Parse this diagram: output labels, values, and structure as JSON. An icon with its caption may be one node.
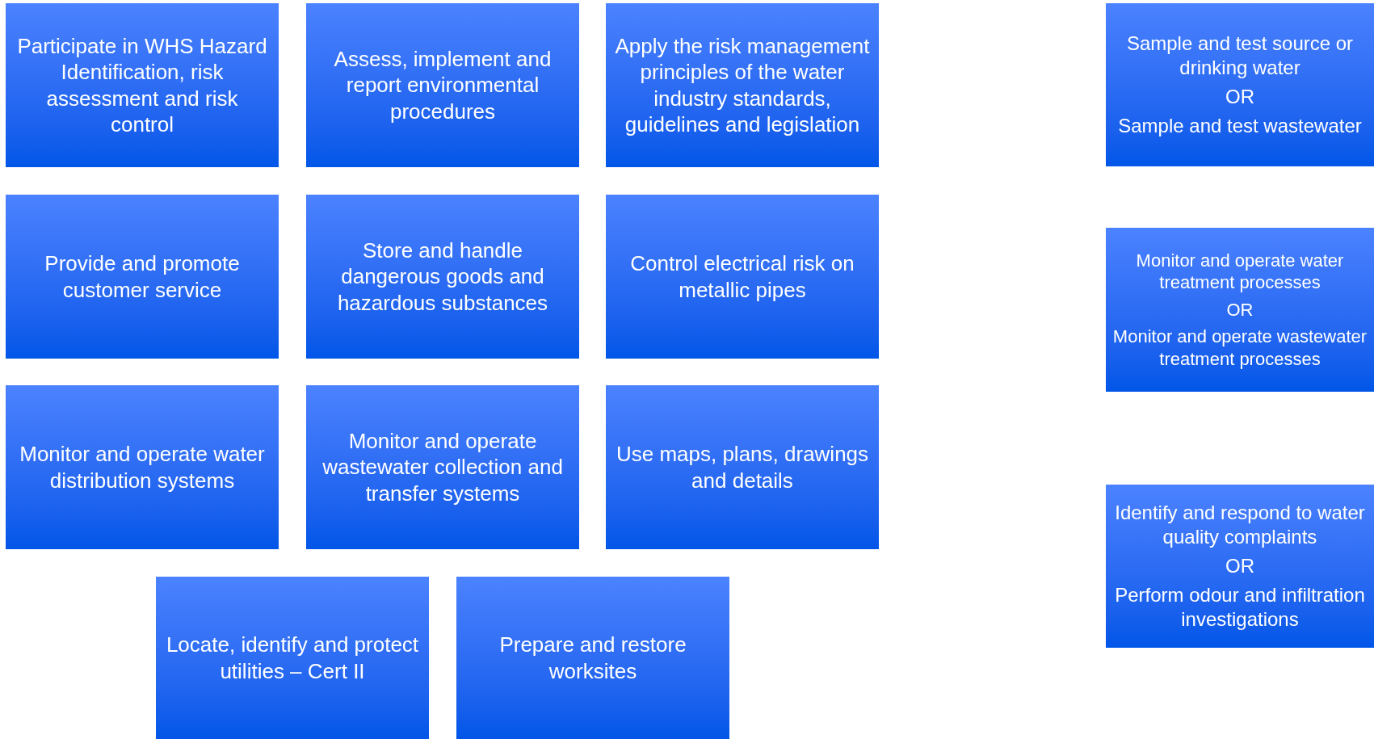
{
  "diagram": {
    "nodes": [
      {
        "text": [
          "Participate in WHS Hazard Identification, risk assessment and risk control"
        ]
      },
      {
        "text": [
          "Assess, implement and report environmental procedures"
        ]
      },
      {
        "text": [
          "Apply the risk management principles of the water industry standards, guidelines and legislation"
        ]
      },
      {
        "text": [
          "Provide and promote customer service"
        ]
      },
      {
        "text": [
          "Store and handle dangerous goods and hazardous substances"
        ]
      },
      {
        "text": [
          "Control electrical risk on metallic pipes"
        ]
      },
      {
        "text": [
          "Monitor and operate water distribution systems"
        ]
      },
      {
        "text": [
          "Monitor and operate wastewater collection and transfer systems"
        ]
      },
      {
        "text": [
          "Use maps, plans, drawings and details"
        ]
      },
      {
        "text": [
          "Locate, identify and protect utilities – Cert II"
        ]
      },
      {
        "text": [
          "Prepare and restore worksites"
        ]
      },
      {
        "text": [
          "Sample and test source or drinking water",
          "OR",
          "Sample and test wastewater"
        ]
      },
      {
        "text": [
          "Monitor and operate water treatment processes",
          "OR",
          "Monitor and operate wastewater treatment processes"
        ]
      },
      {
        "text": [
          "Identify and respond to water quality complaints",
          "OR",
          "Perform odour and infiltration investigations"
        ]
      }
    ]
  }
}
